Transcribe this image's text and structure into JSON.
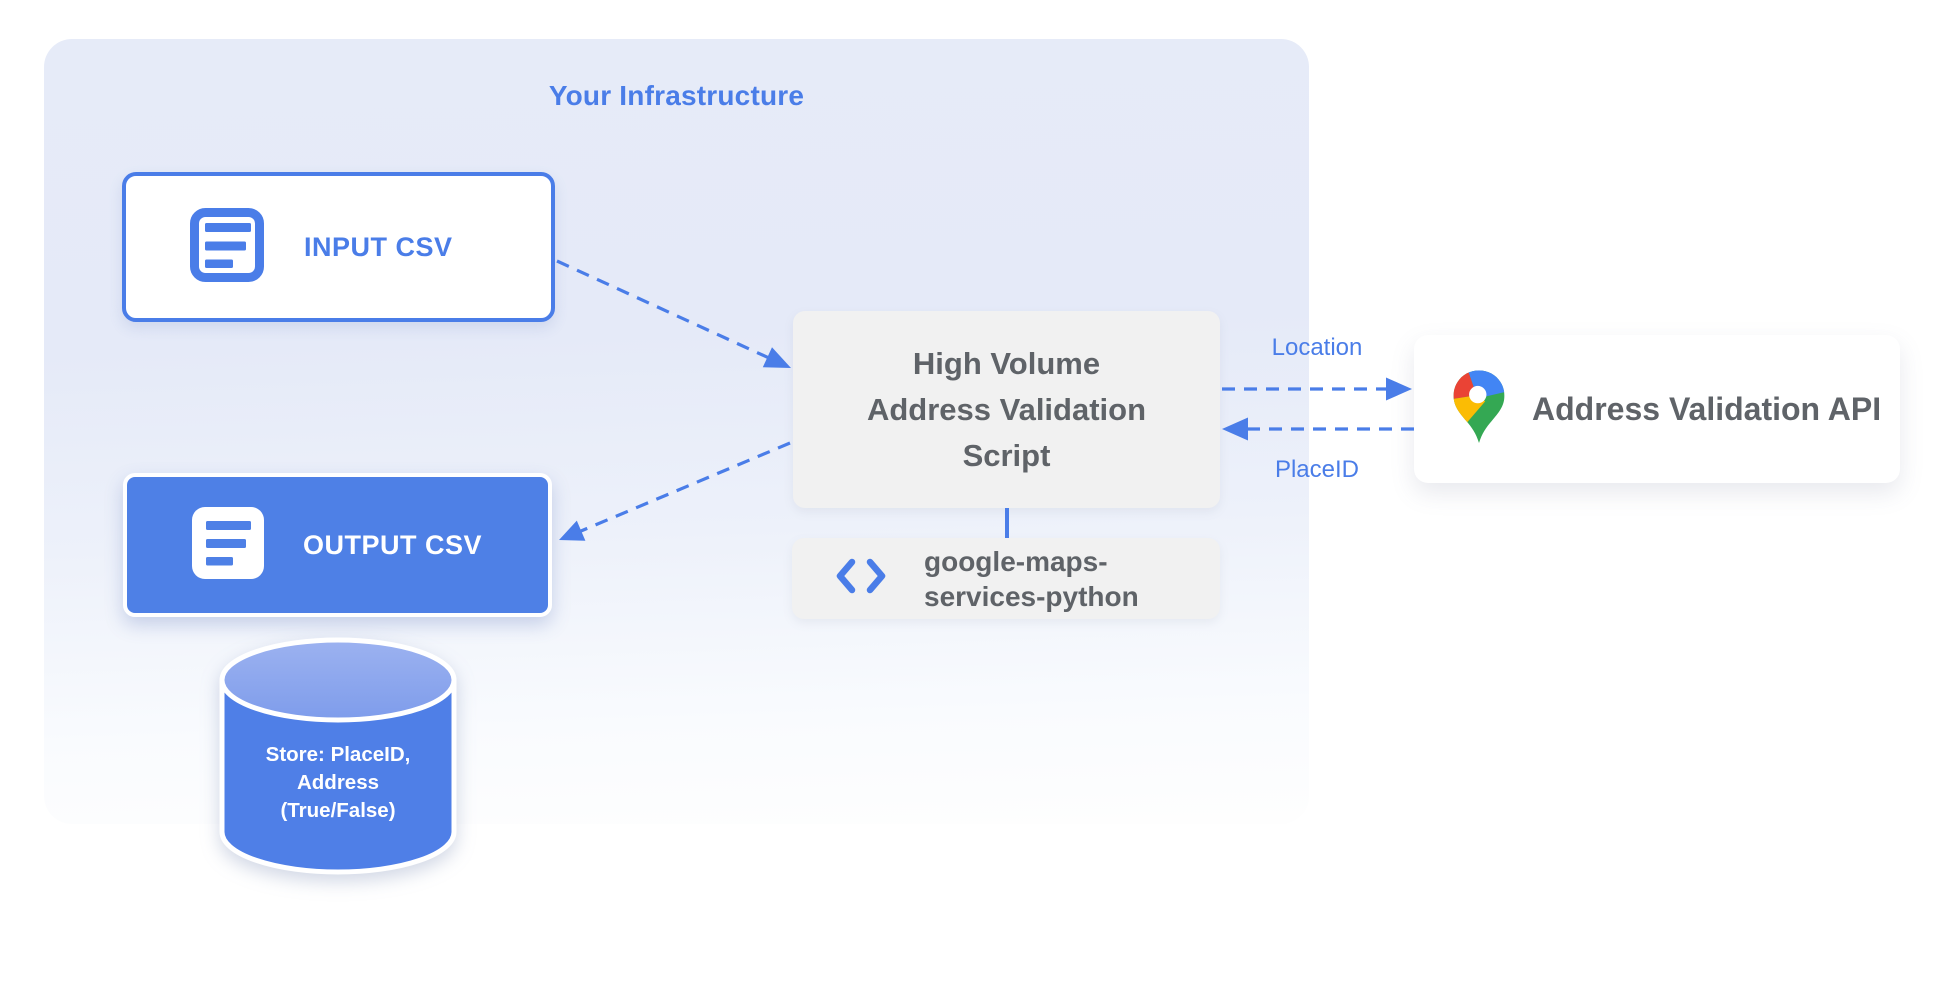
{
  "title": "Your Infrastructure",
  "nodes": {
    "input_csv": {
      "label": "INPUT CSV",
      "icon": "document-icon"
    },
    "output_csv": {
      "label": "OUTPUT CSV",
      "icon": "document-icon"
    },
    "datastore": {
      "line1": "Store: PlaceID,",
      "line2": "Address",
      "line3": "(True/False)"
    },
    "script": {
      "line1": "High Volume",
      "line2": "Address Validation",
      "line3": "Script"
    },
    "library": {
      "line1": "google-maps-",
      "line2": "services-python",
      "icon": "code-icon"
    },
    "api": {
      "label": "Address Validation API",
      "icon": "google-maps-pin-icon"
    }
  },
  "edges": {
    "location_label": "Location",
    "placeid_label": "PlaceID"
  },
  "colors": {
    "accent_blue": "#4a7de8",
    "node_blue_fill": "#4e80e6",
    "cylinder_top_blue": "#8fa9ec",
    "box_gray": "#f1f1f1",
    "text_dark_gray": "#5f6368",
    "container_lavender": "#e6ebf8",
    "pin_red": "#EA4335",
    "pin_blue": "#4285F4",
    "pin_yellow": "#FBBC04",
    "pin_green": "#34A853"
  }
}
